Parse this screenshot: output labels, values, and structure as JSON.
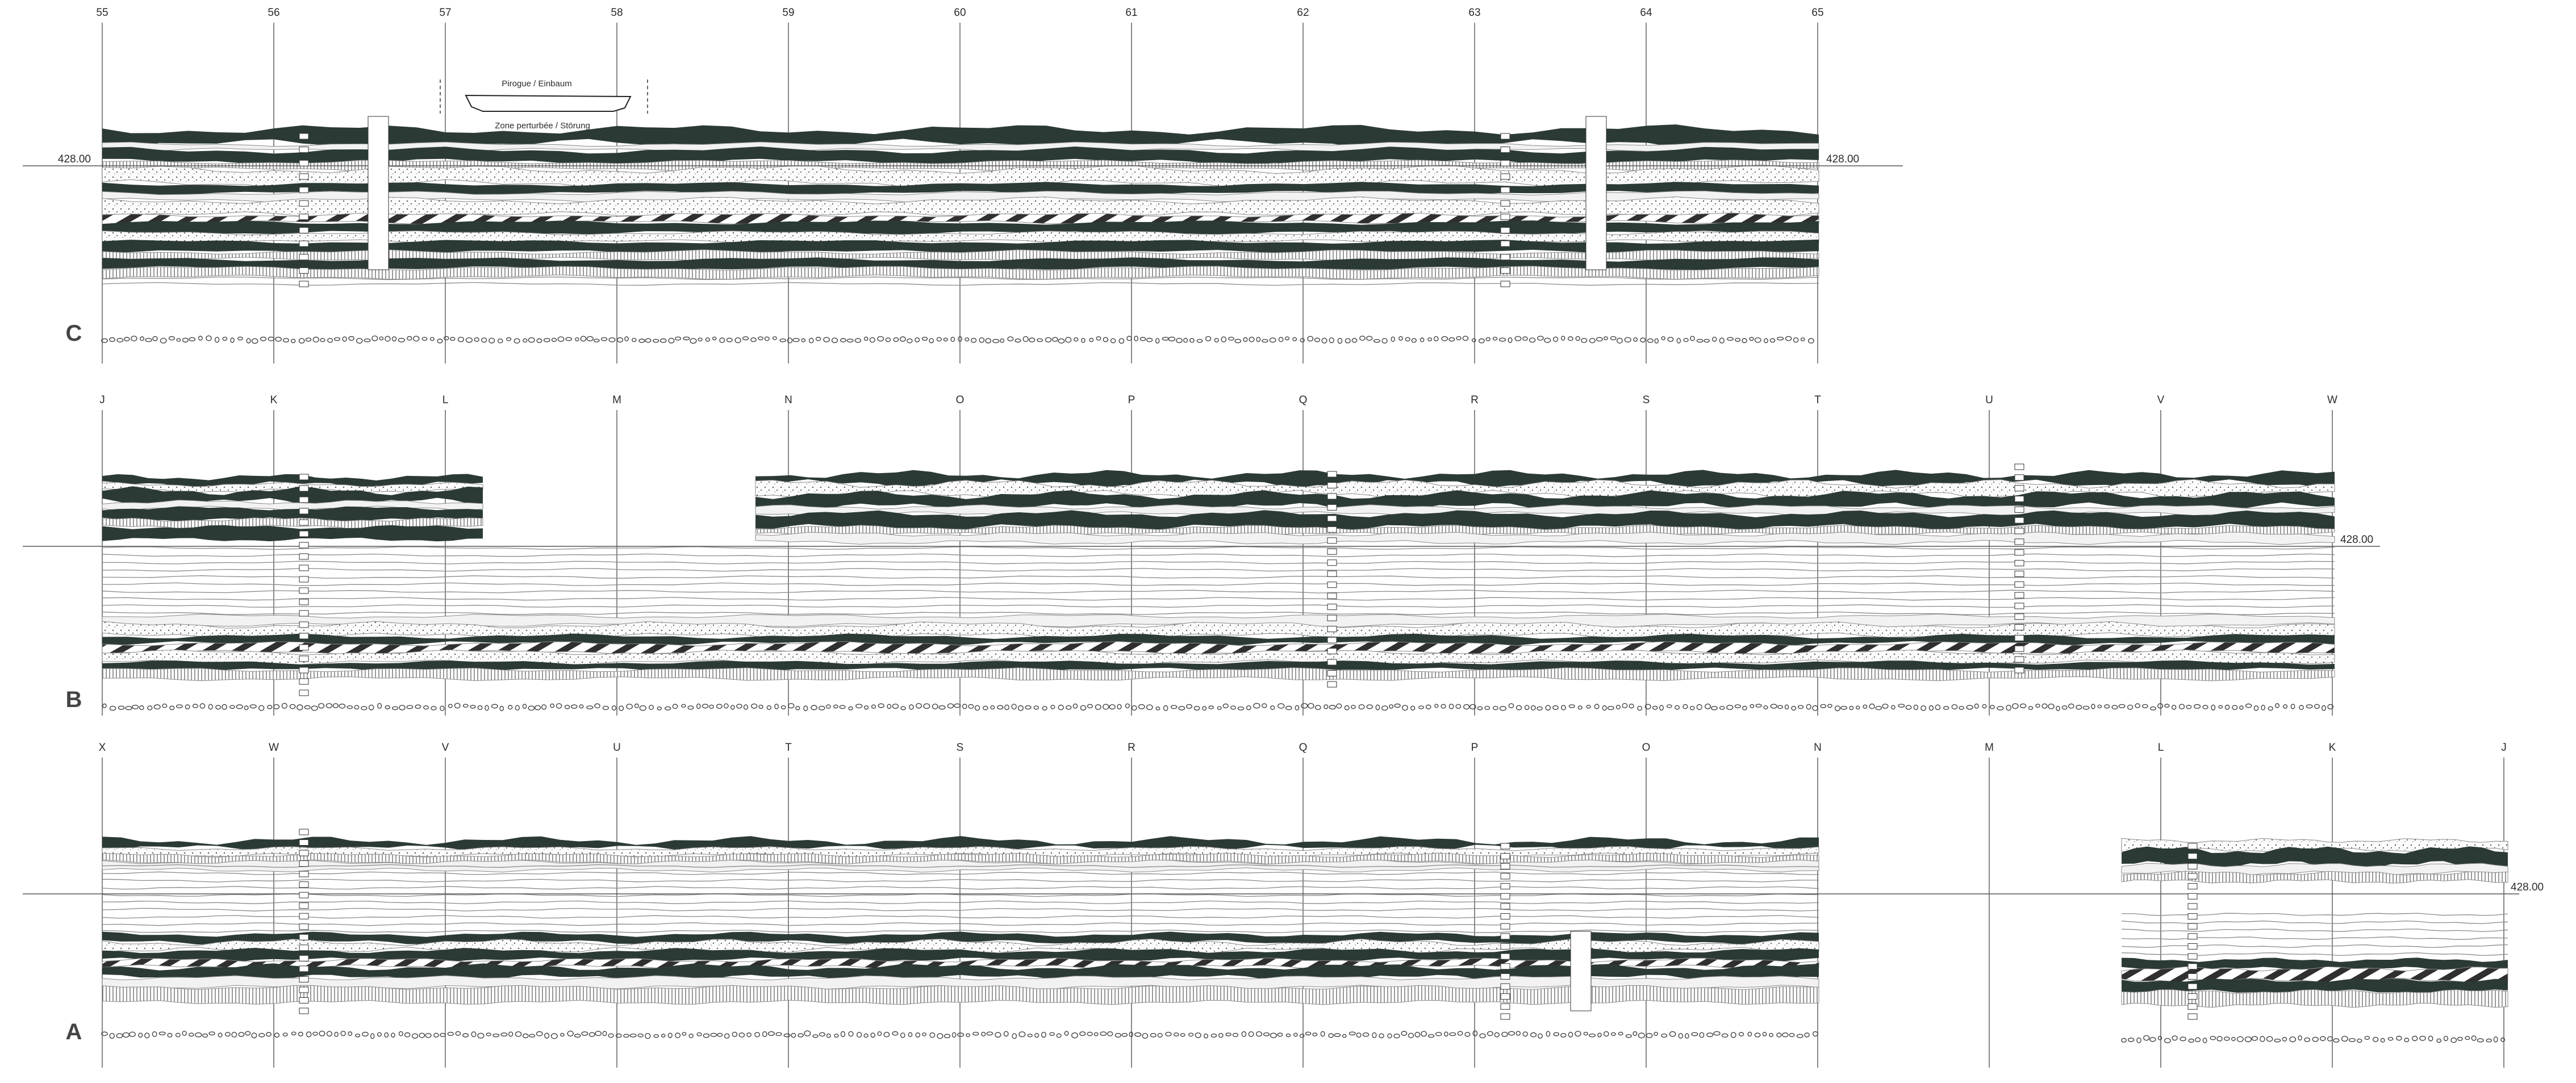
{
  "colors": {
    "background": "#ffffff",
    "ink": "#2b2b2b",
    "dark_layer": "#2c3a36",
    "grey_line": "#8a8a8a",
    "light_fill": "#f2f2f2",
    "hatch": "#3a3a3a"
  },
  "reference_level": "428.00",
  "profiles": [
    {
      "id": "C",
      "letter": "C",
      "grid_labels": [
        "55",
        "56",
        "57",
        "58",
        "59",
        "60",
        "61",
        "62",
        "63",
        "64",
        "65"
      ],
      "annotations": {
        "boat_label": "Pirogue / Einbaum",
        "disturbance_label": "Zone perturbée / Störung"
      }
    },
    {
      "id": "B",
      "letter": "B",
      "grid_labels": [
        "J",
        "K",
        "L",
        "M",
        "N",
        "O",
        "P",
        "Q",
        "R",
        "S",
        "T",
        "U",
        "V",
        "W"
      ]
    },
    {
      "id": "A",
      "letter": "A",
      "grid_labels": [
        "X",
        "W",
        "V",
        "U",
        "T",
        "S",
        "R",
        "Q",
        "P",
        "O",
        "N",
        "M",
        "L",
        "K",
        "J"
      ]
    }
  ]
}
